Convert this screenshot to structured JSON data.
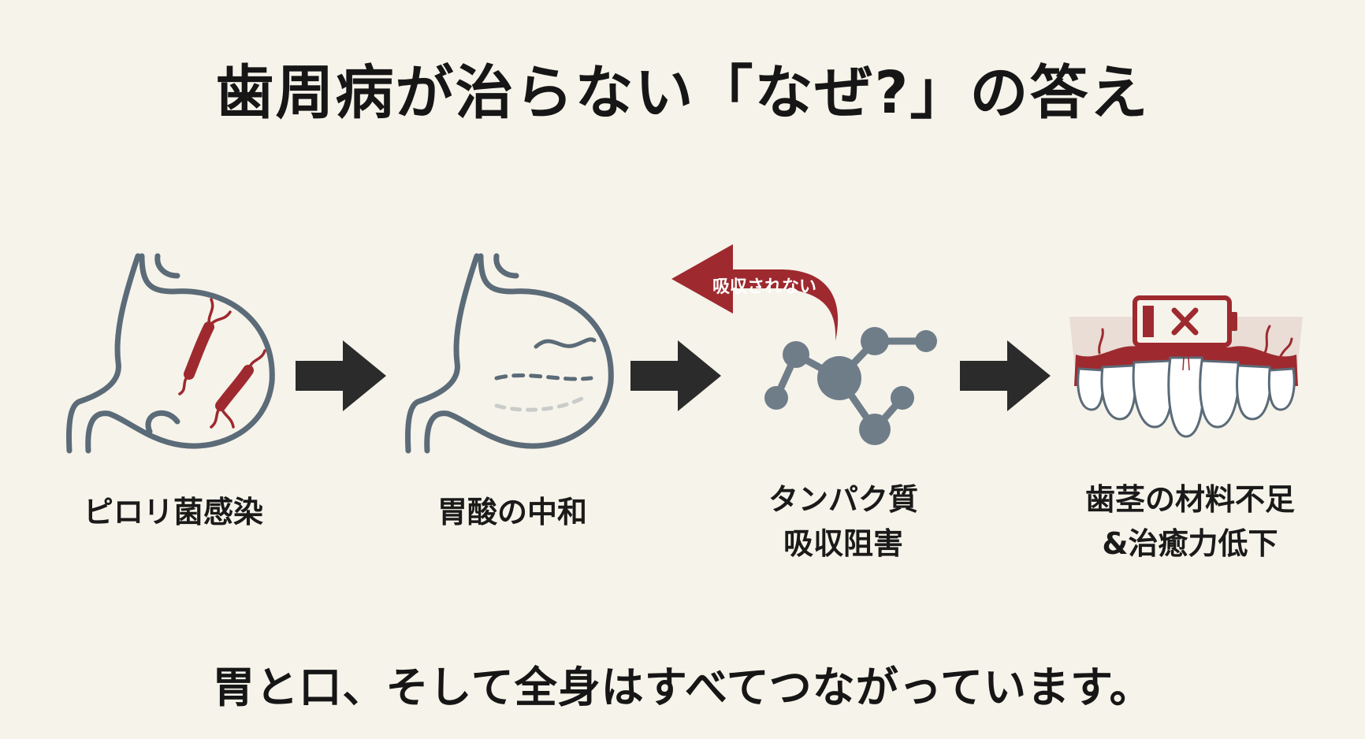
{
  "title": "歯周病が治らない「なぜ?」の答え",
  "steps": [
    {
      "label_line1": "ピロリ菌感染",
      "label_line2": "",
      "icon": "stomach-bacteria-icon"
    },
    {
      "label_line1": "胃酸の中和",
      "label_line2": "",
      "icon": "stomach-neutralized-icon"
    },
    {
      "label_line1": "タンパク質",
      "label_line2": "吸収阻害",
      "icon": "protein-molecule-icon"
    },
    {
      "label_line1": "歯茎の材料不足",
      "label_line2": "&治癒力低下",
      "icon": "gums-low-battery-icon"
    }
  ],
  "callout": {
    "label": "吸収されない"
  },
  "footer": "胃と口、そして全身はすべてつながっています。",
  "colors": {
    "background": "#f6f3ea",
    "outline": "#5b6b78",
    "accent_red": "#9e2a2f",
    "arrow": "#2b2b2b",
    "molecule": "#6f7d89"
  }
}
